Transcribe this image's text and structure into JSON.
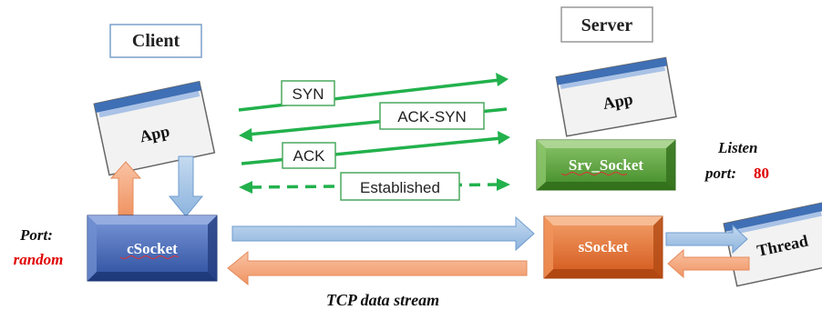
{
  "client": {
    "title": "Client",
    "app_label": "App",
    "socket_label": "cSocket",
    "port_label": "Port:",
    "port_value": "random"
  },
  "server": {
    "title": "Server",
    "app_label": "App",
    "srv_socket_label": "Srv_Socket",
    "listen_label": "Listen",
    "port_label": "port:",
    "port_value": "80",
    "ssocket_label": "sSocket",
    "thread_label": "Thread"
  },
  "handshake": {
    "syn": "SYN",
    "ack_syn": "ACK-SYN",
    "ack": "ACK",
    "established": "Established"
  },
  "stream_label": "TCP data stream",
  "colors": {
    "handshake_green": "#22b14c",
    "value_red": "#e00000",
    "csocket_blue": "#3a5fb0",
    "srv_socket_green": "#4e9a32",
    "ssocket_orange": "#e0651e",
    "arrow_blue": "#9dc3e6",
    "arrow_orange": "#f4a582"
  }
}
